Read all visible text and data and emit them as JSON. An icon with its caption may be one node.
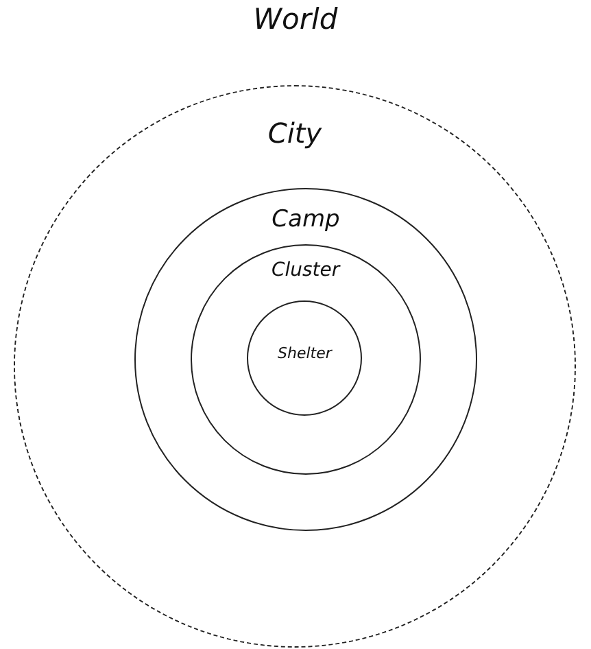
{
  "diagram": {
    "nodes": [
      {
        "text": [
          "City"
        ]
      },
      {
        "text": [
          "Camp"
        ],
        "in": 0
      },
      {
        "text": [
          "Cluster"
        ],
        "in": 1
      },
      {
        "text": [
          "Shelter"
        ],
        "in": 2
      }
    ],
    "labels": [
      "World"
    ]
  }
}
